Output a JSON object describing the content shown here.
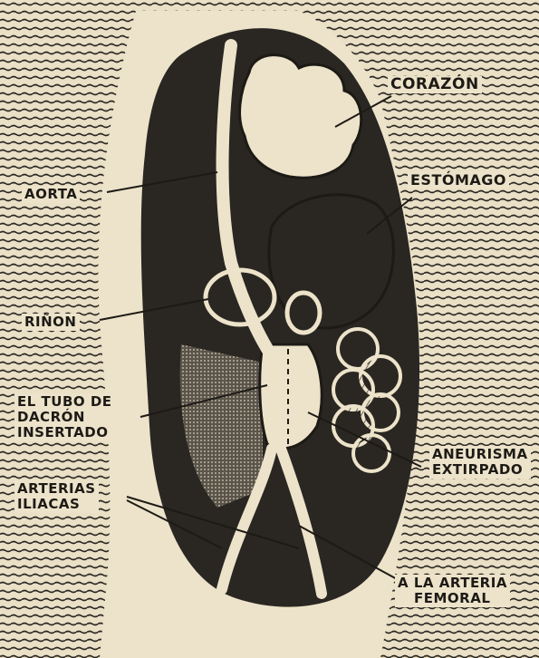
{
  "labels": {
    "corazon": "CORAZÓN",
    "estomago": "ESTÓMAGO",
    "aorta": "AORTA",
    "rinon": "RIÑON",
    "tubo": [
      "EL TUBO DE",
      "DACRÓN",
      "INSERTADO"
    ],
    "aneurisma": [
      "ANEURISMA",
      "EXTIRPADO"
    ],
    "iliacas": [
      "ARTERIAS",
      "ILIACAS"
    ],
    "femoral": [
      "A LA ARTERIA",
      "FEMORAL"
    ]
  },
  "colors": {
    "paper": "#e9e0c6",
    "ink": "#1d1a16",
    "hatch": "#2a2622"
  }
}
